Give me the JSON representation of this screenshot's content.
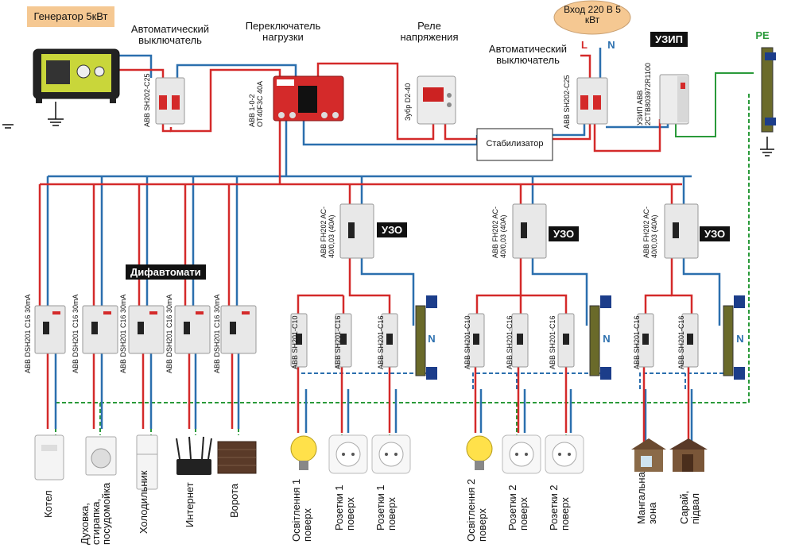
{
  "colors": {
    "phase": "#d42a2a",
    "neutral": "#2b6fae",
    "ground": "#2a9a3a",
    "breaker": "#e8e8e8",
    "generator": "#f5c892",
    "input": "#f5c892"
  },
  "top": {
    "generator": "Генератор 5кВт",
    "gen_breaker_title": "Автоматический выключатель",
    "gen_breaker_model": "ABB SH202-C25",
    "switch_title": "Переключатель нагрузки",
    "switch_model": "ABB 1-0-2 OT40F3C 40A",
    "relay_title": "Реле напряжения",
    "relay_model": "Зубр D2-40",
    "stabilizer": "Стабилизатор",
    "input": "Вход 220 В 5 кВт",
    "line_L": "L",
    "line_N": "N",
    "main_breaker_title": "Автоматический выключатель",
    "main_breaker_model": "ABB SH202-C25",
    "spd_title": "УЗИП",
    "spd_model": "УЗИП ABB 2CTB803972R1100",
    "pe": "PE"
  },
  "difav": {
    "title": "Дифавтомати",
    "devices": [
      {
        "model": "ABB DSH201 C16 30mA",
        "load": "Котел"
      },
      {
        "model": "ABB DSH201 C16 30mA",
        "load": "Духовка, стирапка, посудомойка"
      },
      {
        "model": "ABB DSH201 C16 30mA",
        "load": "Холодильник"
      },
      {
        "model": "ABB DSH201 C16 30mA",
        "load": "Интернет"
      },
      {
        "model": "ABB DSH201 C16 30mA",
        "load": "Ворота"
      }
    ]
  },
  "groups": [
    {
      "rcd_label": "УЗО",
      "rcd_model": "ABB FH202 AC-40/0,03 (40A)",
      "n_label": "N",
      "breakers": [
        {
          "model": "ABB SH201-C10",
          "load": "Освітлення 1 поверх"
        },
        {
          "model": "ABB SH201-C16",
          "load": "Розетки 1 поверх"
        },
        {
          "model": "ABB SH201-C16",
          "load": "Розетки 1 поверх"
        }
      ]
    },
    {
      "rcd_label": "УЗО",
      "rcd_model": "ABB FH202 AC-40/0,03 (40A)",
      "n_label": "N",
      "breakers": [
        {
          "model": "ABB SH201-C10",
          "load": "Освітлення 2 поверх"
        },
        {
          "model": "ABB SH201-C16",
          "load": "Розетки 2 поверх"
        },
        {
          "model": "ABB SH201-C16",
          "load": "Розетки 2 поверх"
        }
      ]
    },
    {
      "rcd_label": "УЗО",
      "rcd_model": "ABB FH202 AC-40/0,03 (40A)",
      "n_label": "N",
      "breakers": [
        {
          "model": "ABB SH201-C16",
          "load": "Мангальна зона"
        },
        {
          "model": "ABB SH201-C16",
          "load": "Сарай, підвал"
        }
      ]
    }
  ]
}
